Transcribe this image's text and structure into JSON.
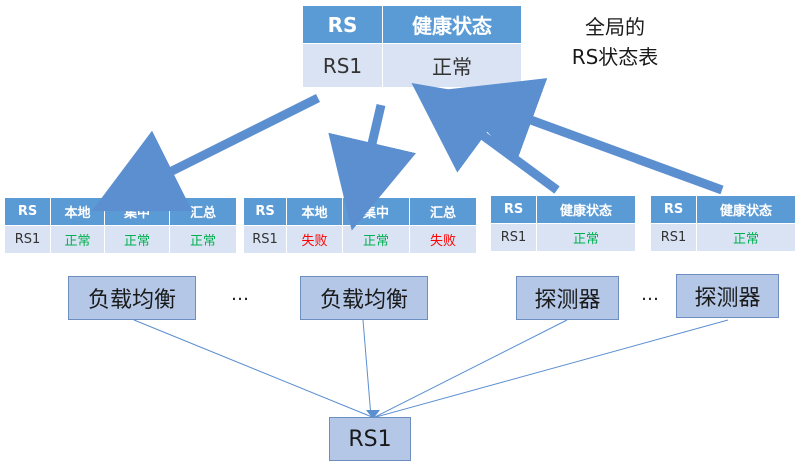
{
  "global_table": {
    "headers": [
      "RS",
      "健康状态"
    ],
    "row": [
      "RS1",
      "正常"
    ]
  },
  "global_caption": [
    "全局的",
    "RS状态表"
  ],
  "lb_table_1": {
    "headers": [
      "RS",
      "本地",
      "集中",
      "汇总"
    ],
    "row": [
      "RS1",
      "正常",
      "正常",
      "正常"
    ]
  },
  "lb_table_2": {
    "headers": [
      "RS",
      "本地",
      "集中",
      "汇总"
    ],
    "row": [
      "RS1",
      "失败",
      "正常",
      "失败"
    ]
  },
  "probe_table_1": {
    "headers": [
      "RS",
      "健康状态"
    ],
    "row": [
      "RS1",
      "正常"
    ]
  },
  "probe_table_2": {
    "headers": [
      "RS",
      "健康状态"
    ],
    "row": [
      "RS1",
      "正常"
    ]
  },
  "nodes": {
    "lb1": "负载均衡",
    "lb2": "负载均衡",
    "probe1": "探测器",
    "probe2": "探测器",
    "rs": "RS1",
    "ellipsis_left": "…",
    "ellipsis_right": "…"
  },
  "colors": {
    "header": "#5b9bd5",
    "cell": "#dae3f3",
    "node": "#b4c7e7",
    "arrow": "#5b9bd5",
    "ok_text": "#00b050",
    "fail_text": "#ff0000"
  }
}
